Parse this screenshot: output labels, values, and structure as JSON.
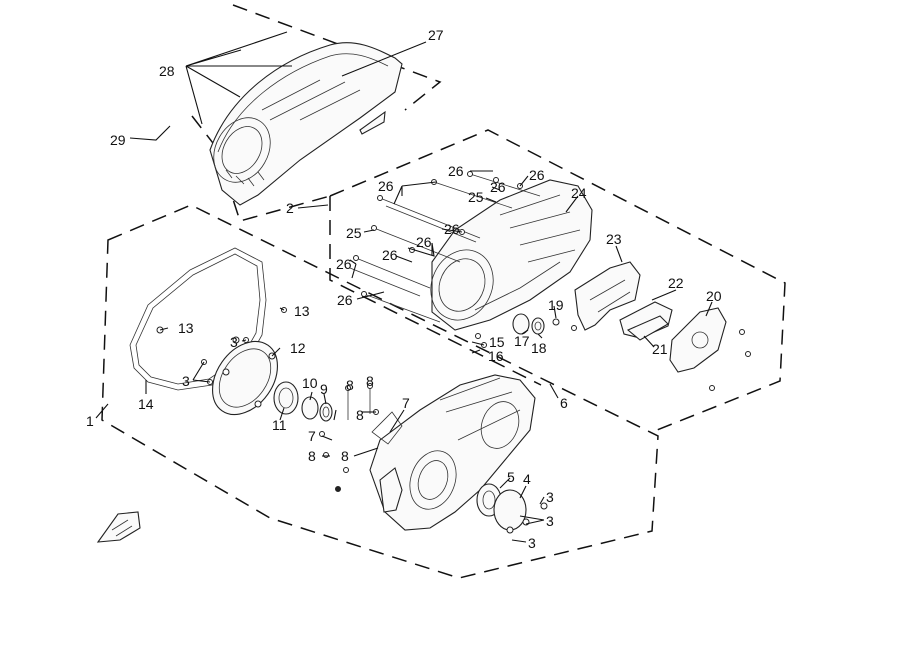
{
  "diagram": {
    "labels": [
      "1",
      "2",
      "3",
      "3",
      "3",
      "3",
      "3",
      "4",
      "5",
      "6",
      "7",
      "7",
      "8",
      "8",
      "8",
      "8",
      "8",
      "9",
      "10",
      "11",
      "12",
      "13",
      "13",
      "14",
      "15",
      "16",
      "17",
      "18",
      "19",
      "20",
      "21",
      "22",
      "23",
      "24",
      "25",
      "25",
      "26",
      "26",
      "26",
      "26",
      "26",
      "26",
      "26",
      "26",
      "26",
      "27",
      "28",
      "29"
    ]
  },
  "icons": {
    "front_arrow": "front-arrow-icon"
  }
}
